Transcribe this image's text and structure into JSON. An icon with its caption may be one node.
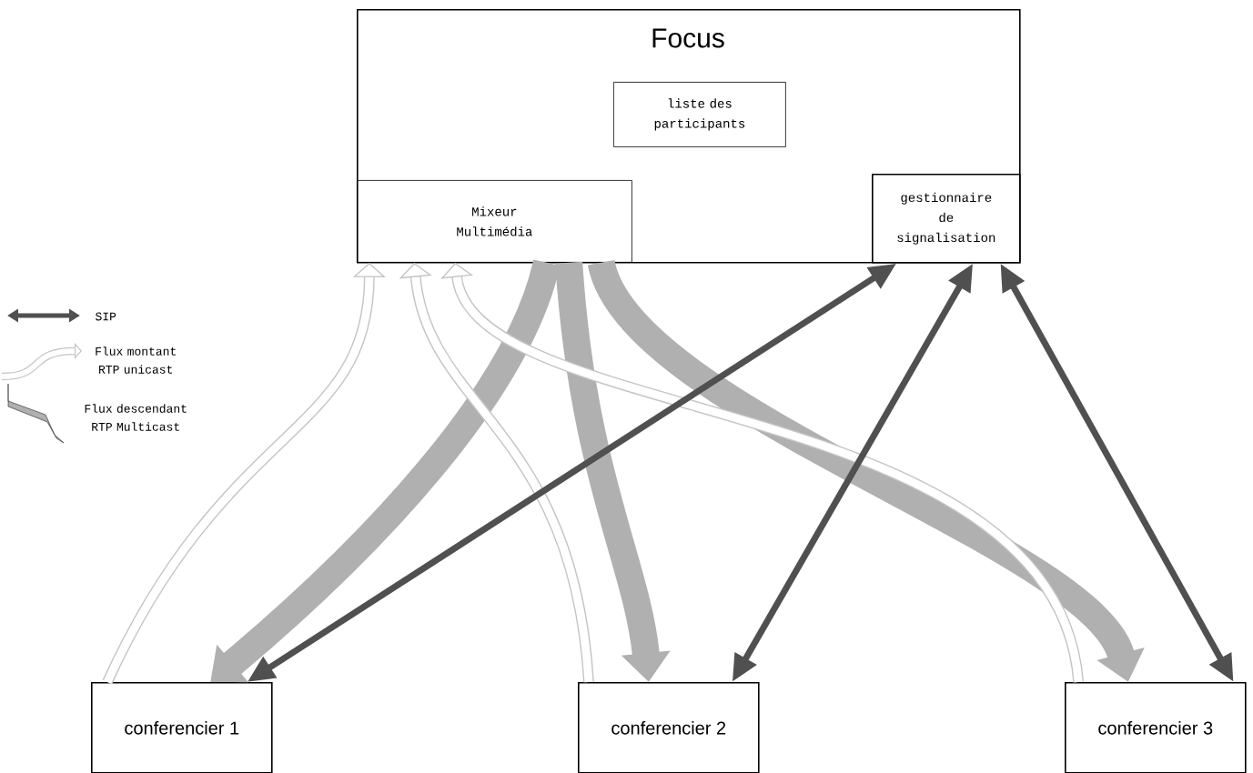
{
  "diagram": {
    "nodes": [
      {
        "text": [
          "Focus"
        ]
      },
      {
        "text": [
          "liste des participants"
        ],
        "in": 0
      },
      {
        "text": [
          "Mixeur Multimédia"
        ],
        "in": 0
      },
      {
        "text": [
          "gestionnaire de signalisation"
        ],
        "in": 0
      },
      {
        "text": [
          "conferencier 1"
        ]
      },
      {
        "text": [
          "conferencier 2"
        ]
      },
      {
        "text": [
          "conferencier 3"
        ]
      }
    ],
    "edges": [
      {
        "from": 2,
        "to": 4,
        "arrow": "to",
        "style": "thick",
        "color": "#b0b0b0"
      },
      {
        "from": 2,
        "to": 5,
        "arrow": "to",
        "style": "thick",
        "color": "#b0b0b0"
      },
      {
        "from": 2,
        "to": 6,
        "arrow": "to",
        "style": "thick",
        "color": "#b0b0b0"
      },
      {
        "from": 4,
        "to": 2,
        "arrow": "to",
        "color": "#c4c4c4"
      },
      {
        "from": 5,
        "to": 2,
        "arrow": "to",
        "color": "#c4c4c4"
      },
      {
        "from": 6,
        "to": 2,
        "arrow": "to",
        "color": "#c4c4c4"
      },
      {
        "from": 3,
        "to": 4,
        "arrow": "both",
        "color": "#505050"
      },
      {
        "from": 3,
        "to": 5,
        "arrow": "both",
        "color": "#505050"
      },
      {
        "from": 3,
        "to": 6,
        "arrow": "both",
        "color": "#505050"
      }
    ],
    "legend": [
      {
        "text": "SIP"
      },
      {
        "text": "Flux montant RTP unicast"
      },
      {
        "text": "Flux descendant RTP Multicast"
      }
    ]
  }
}
